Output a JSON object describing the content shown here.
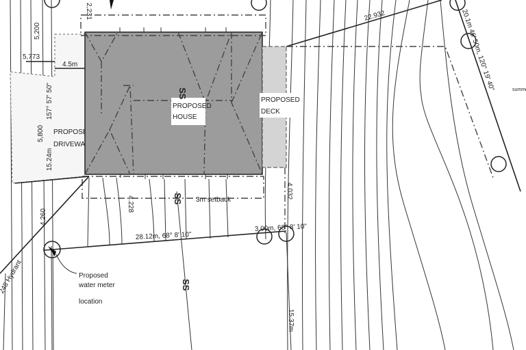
{
  "labels": {
    "driveway": [
      "PROPOSED",
      "DRIVEWAY"
    ],
    "house": [
      "PROPOSED",
      "HOUSE"
    ],
    "deck": [
      "PROPOSED",
      "DECK"
    ],
    "setback": "3m setback",
    "water_meter": [
      "Proposed",
      "water meter",
      "location"
    ],
    "hydrant": "248 Hydrant",
    "sewer": "SS",
    "summer": "summe"
  },
  "dimensions": {
    "d_2231": "2,231",
    "d_5200": "5,200",
    "d_5773": "5,773",
    "d_45m": "4.5m",
    "bearing_left": "157° 57' 50\"",
    "d_5800": "5,800",
    "d_1524": "15.24m",
    "d_22932": "22.932",
    "d_4228": "4.228",
    "d_4260": "4,260",
    "d_4032": "4.032",
    "boundary_bottom": "28.12m, 68° 8' 10\"",
    "boundary_bottom_right": "3.00m, 68° 8' 10\"",
    "d_1537": "15.37m",
    "boundary_right": "20.1m 46' 50m, 120° 19' 40\""
  },
  "colors": {
    "house_fill": "#9c9c9c",
    "deck_fill": "#d4d4d4",
    "line": "#222222"
  }
}
